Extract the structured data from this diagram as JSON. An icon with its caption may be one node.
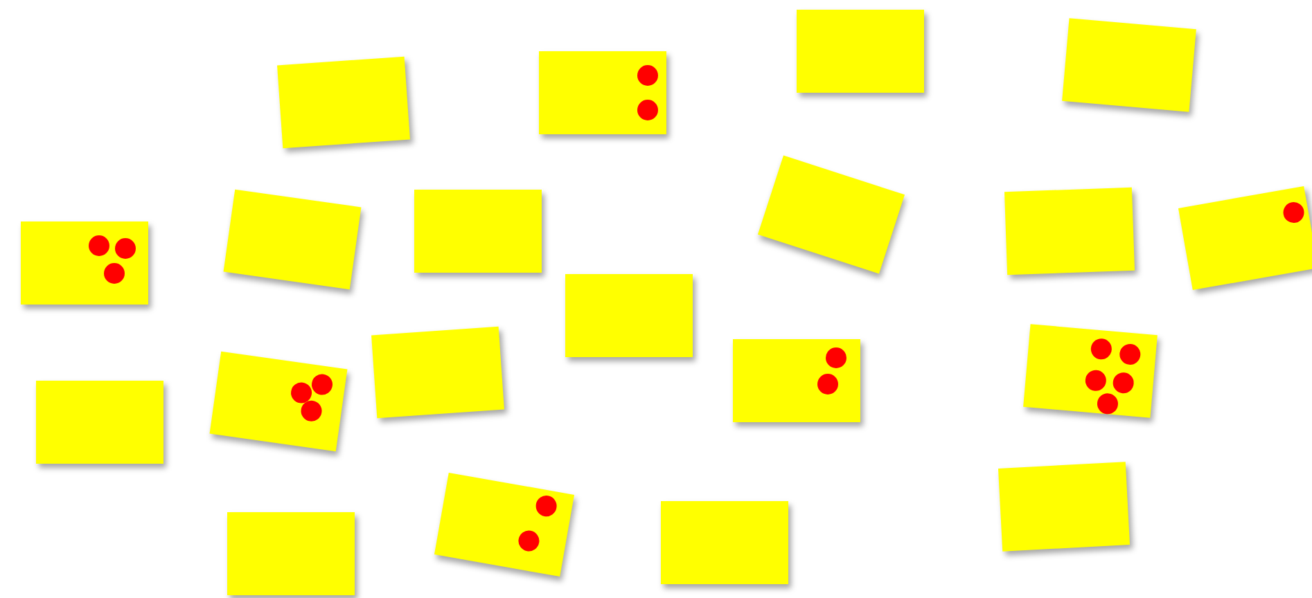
{
  "diagram": {
    "nodes": [
      {
        "text": [],
        "shape": "box"
      },
      {
        "text": [],
        "shape": "box"
      },
      {
        "text": [],
        "shape": "box"
      },
      {
        "text": [],
        "shape": "box"
      },
      {
        "text": [],
        "shape": "box"
      },
      {
        "text": [],
        "shape": "box"
      },
      {
        "text": [],
        "shape": "box"
      },
      {
        "text": [],
        "shape": "box"
      },
      {
        "text": [],
        "shape": "box"
      },
      {
        "text": [],
        "shape": "box"
      },
      {
        "text": [],
        "shape": "box"
      },
      {
        "text": [],
        "shape": "box"
      },
      {
        "text": [],
        "shape": "box"
      },
      {
        "text": [],
        "shape": "box"
      },
      {
        "text": [],
        "shape": "box"
      },
      {
        "text": [],
        "shape": "box"
      },
      {
        "text": [],
        "shape": "box"
      },
      {
        "text": [],
        "shape": "box"
      },
      {
        "text": [],
        "shape": "box"
      },
      {
        "text": [],
        "shape": "box"
      }
    ]
  }
}
